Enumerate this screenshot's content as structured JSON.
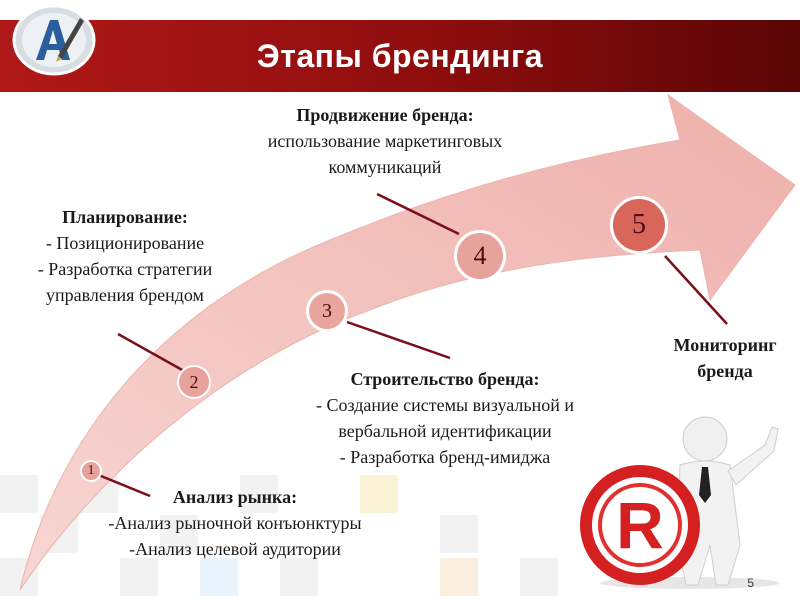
{
  "header": {
    "title": "Этапы брендинга"
  },
  "stages": [
    {
      "num": "1",
      "title": "Анализ рынка:",
      "lines": [
        "-Анализ рыночной конъюнктуры",
        "-Анализ целевой аудитории"
      ]
    },
    {
      "num": "2",
      "title": "Планирование:",
      "lines": [
        "- Позиционирование",
        "- Разработка стратегии",
        "управления брендом"
      ]
    },
    {
      "num": "3",
      "title": "Строительство бренда:",
      "lines": [
        "- Создание системы визуальной и",
        "вербальной идентификации",
        "- Разработка бренд-имиджа"
      ]
    },
    {
      "num": "4",
      "title": "Продвижение бренда:",
      "lines": [
        "использование маркетинговых",
        "коммуникаций"
      ]
    },
    {
      "num": "5",
      "title": "Мониторинг",
      "title2": "бренда"
    }
  ],
  "registered_mark": "R",
  "slide_number": "5",
  "colors": {
    "header": "#9b1010",
    "arrow": "#f2c0bd",
    "circle": "#e8a29c",
    "circle5": "#d9665a",
    "line": "#7a0f1a"
  }
}
